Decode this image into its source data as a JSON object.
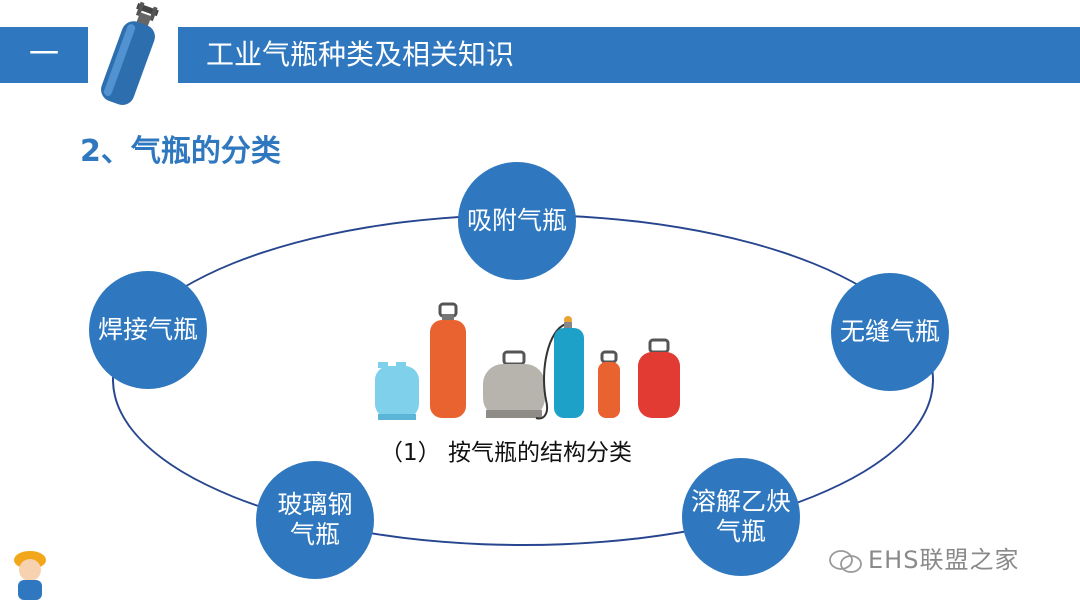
{
  "header": {
    "section_number": "一",
    "title": "工业气瓶种类及相关知识"
  },
  "subtitle": "2、气瓶的分类",
  "diagram": {
    "center_caption": "（1） 按气瓶的结构分类",
    "nodes": {
      "top": "吸附气瓶",
      "left": "焊接气瓶",
      "right": "无缝气瓶",
      "bottom_left_line1": "玻璃钢",
      "bottom_left_line2": "气瓶",
      "bottom_right_line1": "溶解乙炔",
      "bottom_right_line2": "气瓶"
    }
  },
  "watermark": {
    "text": "EHS联盟之家"
  },
  "colors": {
    "primary_blue": "#2f78bf",
    "ellipse_line": "#27468f",
    "caption_text": "#111111",
    "watermark_gray": "#8a8a8a"
  },
  "icons": [
    "gas-cylinder-icon",
    "gas-bottles-illustration",
    "mascot-icon",
    "wechat-icon"
  ]
}
